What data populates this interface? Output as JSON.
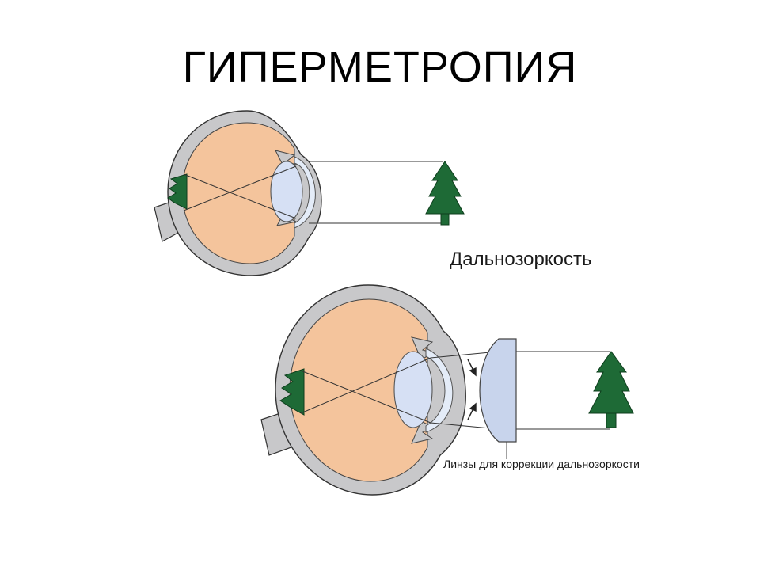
{
  "slide": {
    "title": "ГИПЕРМЕТРОПИЯ"
  },
  "diagram": {
    "caption_farsightedness": "Дальнозоркость",
    "caption_lens": "Линзы для коррекции дальнозоркости",
    "colors": {
      "eye_interior": "#f4c49c",
      "sclera": "#c8c8ca",
      "lens": "#d6e0f4",
      "corrective_lens": "#c8d4ec",
      "tree": "#1e6a36",
      "outline": "#333333"
    }
  }
}
